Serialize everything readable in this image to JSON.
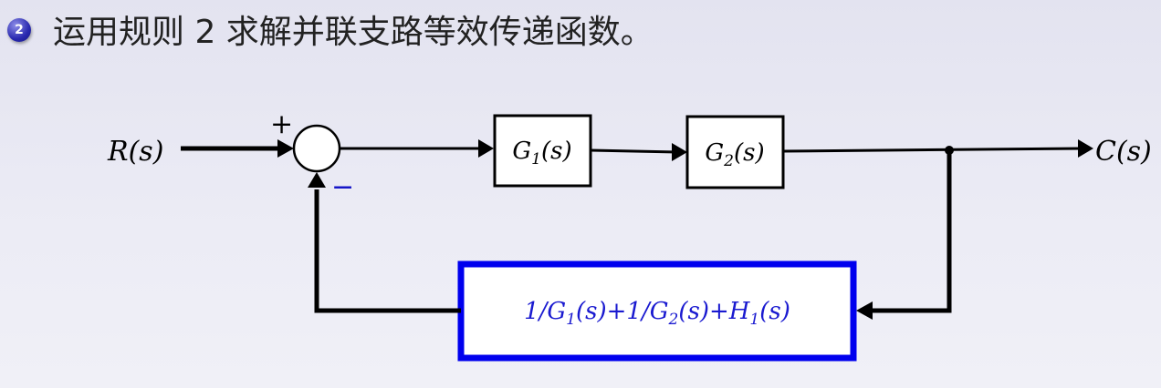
{
  "slide": {
    "bullet_number": "2",
    "heading": "运用规则 2 求解并联支路等效传递函数。"
  },
  "diagram": {
    "input_label": "R(s)",
    "output_label": "C(s)",
    "plus_sign": "+",
    "minus_sign": "−",
    "block_g1": "G1(s)",
    "block_g2": "G2(s)",
    "feedback_block": "1/G1(s)+1/G2(s)+H1(s)",
    "colors": {
      "line": "#000000",
      "feedback_border": "#0000ee",
      "feedback_text": "#1a1ad0",
      "minus_sign": "#1515c8",
      "bullet": "#2a2ab0"
    }
  }
}
